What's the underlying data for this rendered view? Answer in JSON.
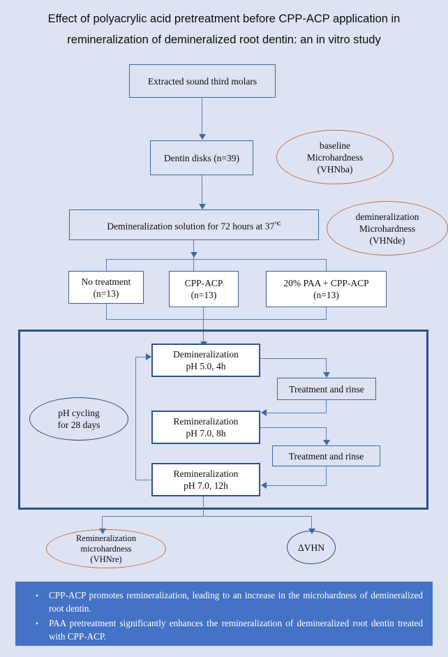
{
  "title": "Effect of polyacrylic acid pretreatment before CPP-ACP application in remineralization of demineralized root dentin: an in vitro study",
  "colors": {
    "background": "#dde3f2",
    "box_border": "#41699c",
    "cycle_frame_border": "#2a4f8e",
    "ellipse_orange": "#c0704a",
    "ellipse_blue": "#2a4d80",
    "conclusions_bg": "#4472c4",
    "connector": "#5b7fb4"
  },
  "flow": {
    "molars": "Extracted sound third molars",
    "disks": "Dentin disks (n=39)",
    "demin_solution_pre": "Demineralization solution for 72 hours at 37",
    "demin_solution_sup": "°C",
    "groups": [
      {
        "line1": "No treatment",
        "line2": "(n=13)"
      },
      {
        "line1": "CPP-ACP",
        "line2": "(n=13)"
      },
      {
        "line1": "20% PAA + CPP-ACP",
        "line2": "(n=13)"
      }
    ]
  },
  "callouts": {
    "baseline": "baseline\nMicrohardness\n(VHNba)",
    "demineralization": "demineralization\nMicrohardness\n(VHNde)",
    "ph_cycling": "pH cycling\nfor 28 days",
    "remin_hardness": "Remineralization\nmicrohardness\n(VHNre)",
    "delta_vhn": "ΔVHN"
  },
  "cycle": {
    "demin": "Demineralization\npH 5.0, 4h",
    "remin8": "Remineralization\npH 7.0, 8h",
    "remin12": "Remineralization\npH 7.0, 12h",
    "rinse1": "Treatment and rinse",
    "rinse2": "Treatment and rinse"
  },
  "conclusions": [
    "CPP-ACP promotes remineralization, leading to an increase in the microhardness of demineralized root dentin.",
    "PAA pretreatment significantly enhances the remineralization of demineralized root dentin treated with CPP-ACP."
  ],
  "bullet_glyph": "•"
}
